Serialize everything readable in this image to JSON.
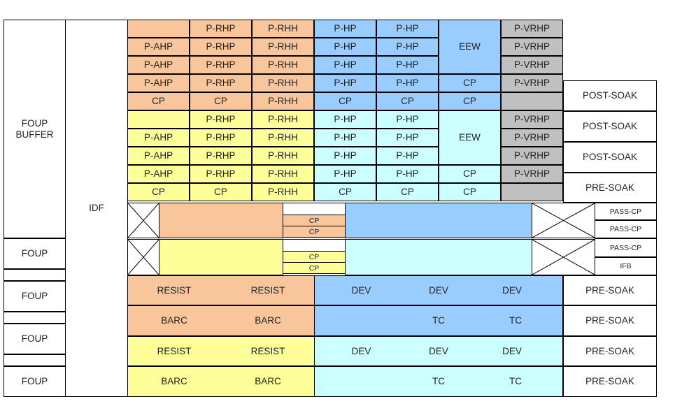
{
  "palette": {
    "orange": "#f9c69c",
    "yellow": "#ffff99",
    "blue": "#99ccff",
    "cyan": "#ccffff",
    "gray": "#c0c0c0",
    "white": "#ffffff",
    "border": "#000000"
  },
  "left_column": {
    "foup_buffer": "FOUP\nBUFFER",
    "foup_1": "FOUP",
    "foup_2": "FOUP",
    "foup_3": "FOUP",
    "foup_4": "FOUP",
    "idf": "IDF"
  },
  "upper_block_1": {
    "orange": [
      [
        "",
        "P-RHP",
        "P-RHH"
      ],
      [
        "P-AHP",
        "P-RHP",
        "P-RHH"
      ],
      [
        "P-AHP",
        "P-RHP",
        "P-RHH"
      ],
      [
        "P-AHP",
        "P-RHP",
        "P-RHH"
      ],
      [
        "CP",
        "CP",
        "P-RHH"
      ]
    ],
    "blue": [
      [
        "P-HP",
        "P-HP"
      ],
      [
        "P-HP",
        "P-HP"
      ],
      [
        "P-HP",
        "P-HP"
      ],
      [
        "P-HP",
        "P-HP"
      ],
      [
        "CP",
        "CP"
      ]
    ],
    "eew": "EEW",
    "eew_cp_1": "CP",
    "eew_cp_2": "CP",
    "vrhp": [
      "P-VRHP",
      "P-VRHP",
      "P-VRHP",
      "P-VRHP",
      ""
    ]
  },
  "upper_block_2": {
    "yellow": [
      [
        "",
        "P-RHP",
        "P-RHH"
      ],
      [
        "P-AHP",
        "P-RHP",
        "P-RHH"
      ],
      [
        "P-AHP",
        "P-RHP",
        "P-RHH"
      ],
      [
        "P-AHP",
        "P-RHP",
        "P-RHH"
      ],
      [
        "CP",
        "CP",
        "P-RHH"
      ]
    ],
    "cyan": [
      [
        "P-HP",
        "P-HP"
      ],
      [
        "P-HP",
        "P-HP"
      ],
      [
        "P-HP",
        "P-HP"
      ],
      [
        "P-HP",
        "P-HP"
      ],
      [
        "CP",
        "CP"
      ]
    ],
    "eew": "EEW",
    "eew_cp_1": "CP",
    "eew_cp_2": "CP",
    "vrhp": [
      "P-VRHP",
      "P-VRHP",
      "P-VRHP",
      "P-VRHP",
      ""
    ]
  },
  "soak_column": [
    "POST-SOAK",
    "POST-SOAK",
    "POST-SOAK",
    "PRE-SOAK"
  ],
  "transfer_1": {
    "cp_1": "CP",
    "cp_2": "CP"
  },
  "transfer_2": {
    "cp_1": "CP",
    "cp_2": "CP"
  },
  "pass_column": [
    "PASS-CP",
    "PASS-CP",
    "PASS-CP",
    "IFB"
  ],
  "coat_rows": {
    "row1": {
      "a": "RESIST",
      "b": "RESIST"
    },
    "row2": {
      "a": "BARC",
      "b": "BARC"
    },
    "row3": {
      "a": "RESIST",
      "b": "RESIST"
    },
    "row4": {
      "a": "BARC",
      "b": "BARC"
    }
  },
  "dev_rows": {
    "row1": {
      "a": "DEV",
      "b": "DEV",
      "c": "DEV"
    },
    "row2": {
      "a": "TC",
      "b": "TC"
    },
    "row3": {
      "a": "DEV",
      "b": "DEV",
      "c": "DEV"
    },
    "row4": {
      "a": "TC",
      "b": "TC"
    }
  },
  "lower_soak": [
    "PRE-SOAK",
    "PRE-SOAK",
    "PRE-SOAK",
    "PRE-SOAK"
  ]
}
